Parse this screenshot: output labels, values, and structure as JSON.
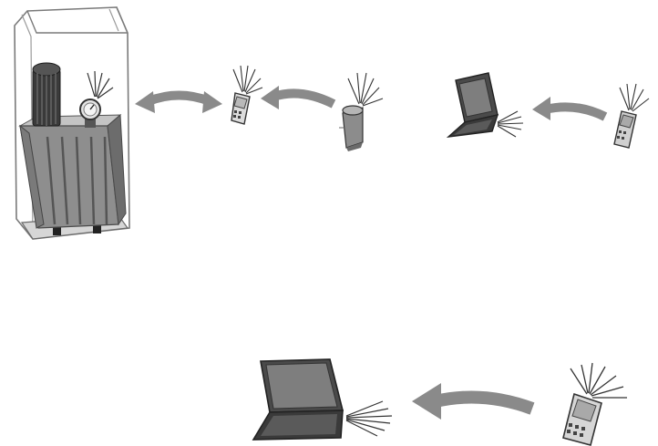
{
  "diagram": {
    "components": [
      {
        "name": "transformer",
        "icon": "transformer-icon"
      },
      {
        "name": "gauge",
        "icon": "pressure-gauge-icon"
      },
      {
        "name": "handheld-reader",
        "icon": "handheld-reader-icon"
      },
      {
        "name": "wireless-sensor",
        "icon": "wireless-sensor-icon"
      },
      {
        "name": "laptop",
        "icon": "laptop-icon"
      }
    ],
    "arrows": [
      {
        "from": "transformer",
        "to": "handheld-reader",
        "direction": "bidirectional"
      },
      {
        "from": "wireless-sensor",
        "to": "handheld-reader",
        "direction": "left"
      },
      {
        "from": "handheld-reader",
        "to": "laptop",
        "direction": "left"
      },
      {
        "from": "handheld-reader",
        "to": "laptop",
        "direction": "left"
      }
    ],
    "colors": {
      "body": "#8f8f8f",
      "dark": "#3a3a3a",
      "arrow": "#8a8a8a",
      "line": "#4a4a4a"
    }
  }
}
